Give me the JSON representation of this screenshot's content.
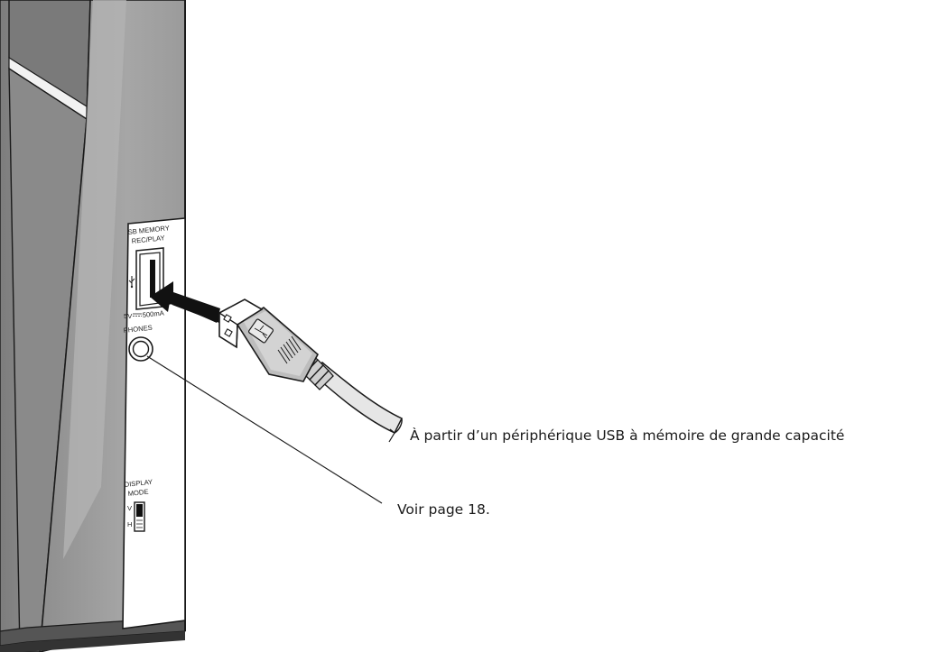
{
  "labels": {
    "usb_source": "À partir d’un périphérique USB à mémoire de grande capacité",
    "phones_ref": "Voir page 18."
  },
  "panel": {
    "usb_title_1": "SB MEMORY",
    "usb_title_2": "REC/PLAY",
    "usb_rating_v": "5V",
    "usb_rating_ma": "500mA",
    "phones": "PHONES",
    "display_1": "DISPLAY",
    "display_2": "MODE",
    "switch_v": "V",
    "switch_h": "H"
  },
  "icons": {
    "usb_symbol": "usb-trident-icon",
    "insert_arrow": "arrow-left-icon"
  },
  "colors": {
    "device_light": "#a9a9a9",
    "device_dark": "#6f6f6f",
    "outline": "#1a1a1a",
    "panel": "#ffffff"
  }
}
